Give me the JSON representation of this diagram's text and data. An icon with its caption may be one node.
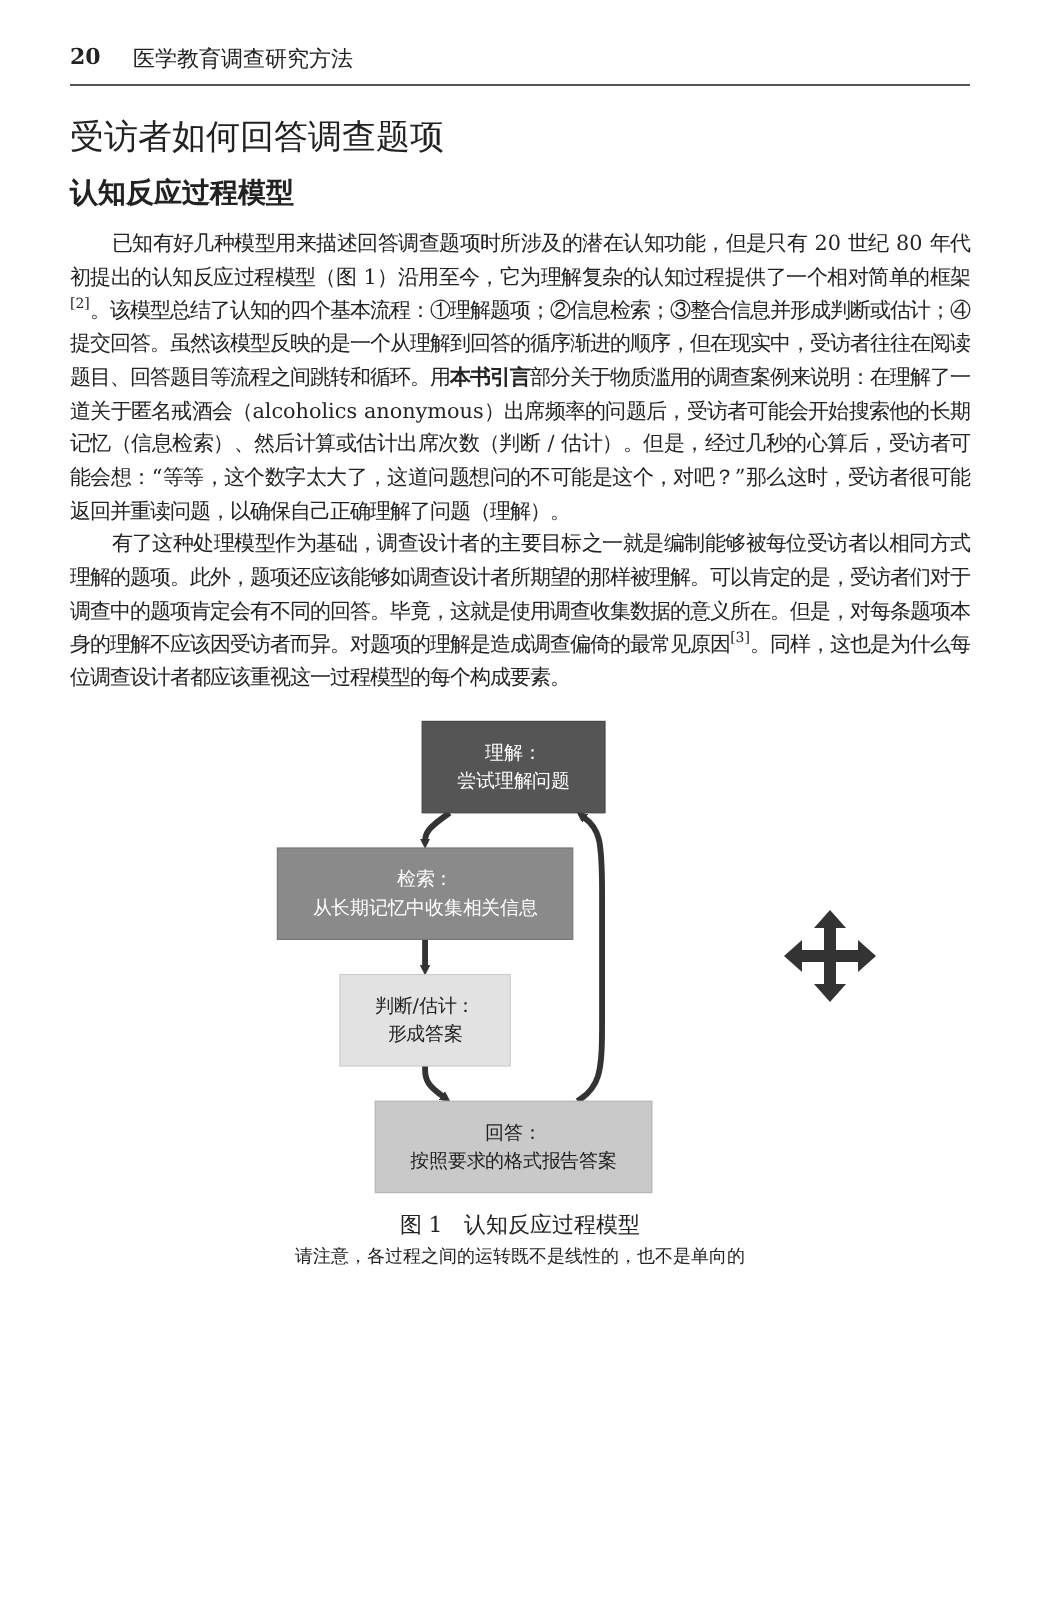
{
  "diagram": {
    "title": "受访者如何回答调查题项",
    "nodes": [
      {
        "text": [
          "理解：",
          "尝试理解问题"
        ]
      },
      {
        "text": [
          "检索：",
          "从长期记忆中收集相关信息"
        ]
      },
      {
        "text": [
          "判断/估计：",
          "形成答案"
        ]
      },
      {
        "text": [
          "回答：",
          "按照要求的格式报告答案"
        ]
      }
    ],
    "edges": [
      {
        "from": 0,
        "to": 1,
        "arrow": "to"
      },
      {
        "from": 1,
        "to": 2,
        "arrow": "to"
      },
      {
        "from": 2,
        "to": 3,
        "arrow": "to"
      },
      {
        "from": 3,
        "to": 0,
        "arrow": "to"
      }
    ],
    "caption": "图 1　认知反应过程模型",
    "labels": [
      "20",
      "医学教育调查研究方法",
      "认知反应过程模型",
      "已知有好几种模型用来描述回答调查题项时所涉及的潜在认知功能，但是只有 20 世纪 80 年代初提出的认知反应过程模型（图 1）沿用至今，它为理解复杂的认知过程提供了一个相对简单的框架$^{[2]}$。该模型总结了认知的四个基本流程：①理解题项；②信息检索；③整合信息并形成判断或估计；④提交回答。虽然该模型反映的是一个从理解到回答的循序渐进的顺序，但在现实中，受访者往往在阅读题目、回答题目等流程之间跳转和循环。用**本书引言**部分关于物质滥用的调查案例来说明：在理解了一道关于匿名戒酒会（alcoholics anonymous）出席频率的问题后，受访者可能会开始搜索他的长期记忆（信息检索）、然后计算或估计出席次数（判断 / 估计）。但是，经过几秒的心算后，受访者可能会想：“等等，这个数字太大了，这道问题想问的不可能是这个，对吧？”那么这时，受访者很可能返回并重读问题，以确保自己正确理解了问题（理解）。",
      "有了这种处理模型作为基础，调查设计者的主要目标之一就是编制能够被每位受访者以相同方式理解的题项。此外，题项还应该能够如调查设计者所期望的那样被理解。可以肯定的是，受访者们对于调查中的题项肯定会有不同的回答。毕竟，这就是使用调查收集数据的意义所在。但是，对每条题项本身的理解不应该因受访者而异。对题项的理解是造成调查偏倚的最常见原因$^{[3]}$。同样，这也是为什么每位调查设计者都应该重视这一过程模型的每个构成要素。",
      "请注意，各过程之间的运转既不是线性的，也不是单向的"
    ]
  }
}
